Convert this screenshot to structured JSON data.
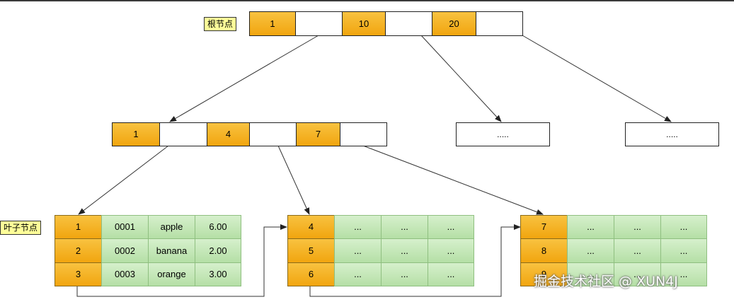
{
  "labels": {
    "root": "根节点",
    "leaf": "叶子节点"
  },
  "root_node": {
    "keys": [
      "1",
      "10",
      "20"
    ]
  },
  "internal_node": {
    "keys": [
      "1",
      "4",
      "7"
    ]
  },
  "placeholder_nodes": [
    ".....",
    "....."
  ],
  "leaf_pages": [
    {
      "rows": [
        [
          "1",
          "0001",
          "apple",
          "6.00"
        ],
        [
          "2",
          "0002",
          "banana",
          "2.00"
        ],
        [
          "3",
          "0003",
          "orange",
          "3.00"
        ]
      ]
    },
    {
      "rows": [
        [
          "4",
          "...",
          "...",
          "..."
        ],
        [
          "5",
          "...",
          "...",
          "..."
        ],
        [
          "6",
          "...",
          "...",
          "..."
        ]
      ]
    },
    {
      "rows": [
        [
          "7",
          "...",
          "...",
          "..."
        ],
        [
          "8",
          "...",
          "...",
          "..."
        ],
        [
          "9",
          "...",
          "...",
          "..."
        ]
      ]
    }
  ],
  "watermark": "掘金技术社区 @ XUN4J",
  "colors": {
    "key_fill": "#f4b223",
    "data_fill": "#c6e8ba",
    "label_fill": "#ffff99"
  }
}
